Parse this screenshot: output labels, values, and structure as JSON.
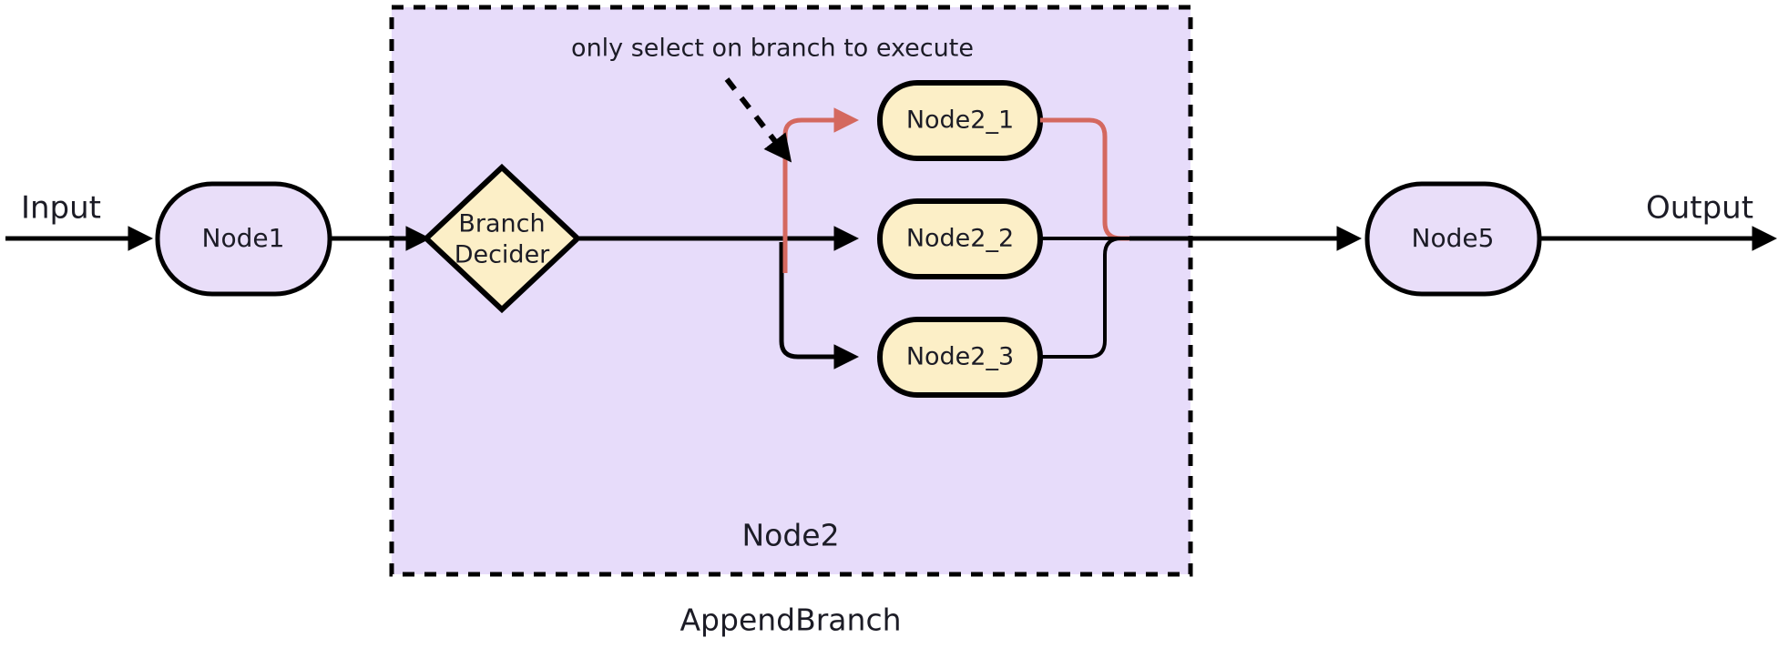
{
  "diagram": {
    "title": "AppendBranch flow diagram",
    "colors": {
      "group_fill": "#e7dcfa",
      "node_fill_purple": "#e9def9",
      "node_fill_yellow": "#fcefc7",
      "edge_black": "#000000",
      "edge_red": "#d4685f",
      "text": "#1c1c26",
      "background": "#ffffff"
    },
    "io": {
      "input_label": "Input",
      "output_label": "Output"
    },
    "nodes": {
      "node1": {
        "label": "Node1",
        "shape": "stadium",
        "fill": "purple"
      },
      "node5": {
        "label": "Node5",
        "shape": "stadium",
        "fill": "purple"
      },
      "decider": {
        "label_line1": "Branch",
        "label_line2": "Decider",
        "shape": "diamond",
        "fill": "yellow"
      },
      "branch1": {
        "label": "Node2_1",
        "shape": "stadium",
        "fill": "yellow",
        "selected": true
      },
      "branch2": {
        "label": "Node2_2",
        "shape": "stadium",
        "fill": "yellow",
        "selected": false
      },
      "branch3": {
        "label": "Node2_3",
        "shape": "stadium",
        "fill": "yellow",
        "selected": false
      }
    },
    "group": {
      "label": "Node2",
      "border": "dashed"
    },
    "outer_label": "AppendBranch",
    "annotation": {
      "text": "only select on branch to execute",
      "pointer": "dashed-arrow"
    }
  }
}
